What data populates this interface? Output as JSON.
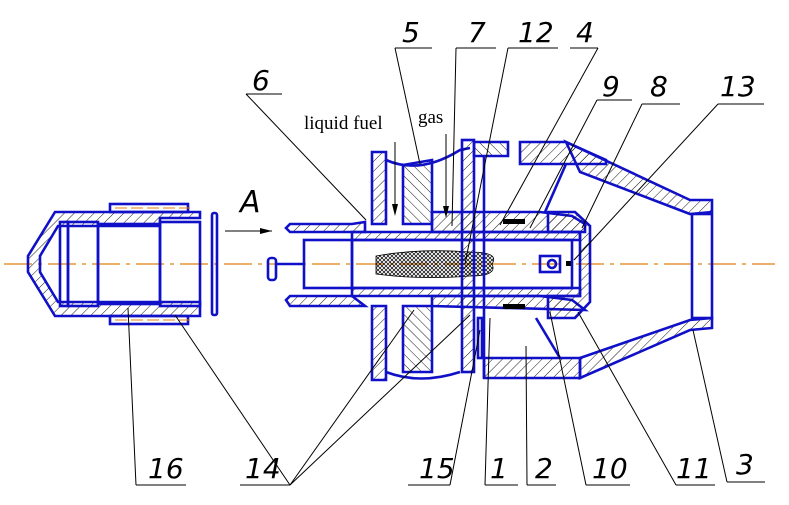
{
  "drawing": {
    "view_label": "A",
    "flow_labels": {
      "liquid_fuel": "liquid fuel",
      "gas": "gas"
    },
    "top_callouts": [
      "6",
      "5",
      "7",
      "12",
      "4",
      "9",
      "8",
      "13"
    ],
    "bottom_callouts": [
      "16",
      "14",
      "15",
      "1",
      "2",
      "10",
      "11",
      "3"
    ],
    "colors": {
      "outline": "#1010c8",
      "axis": "#e08010",
      "leader": "#000000"
    }
  }
}
